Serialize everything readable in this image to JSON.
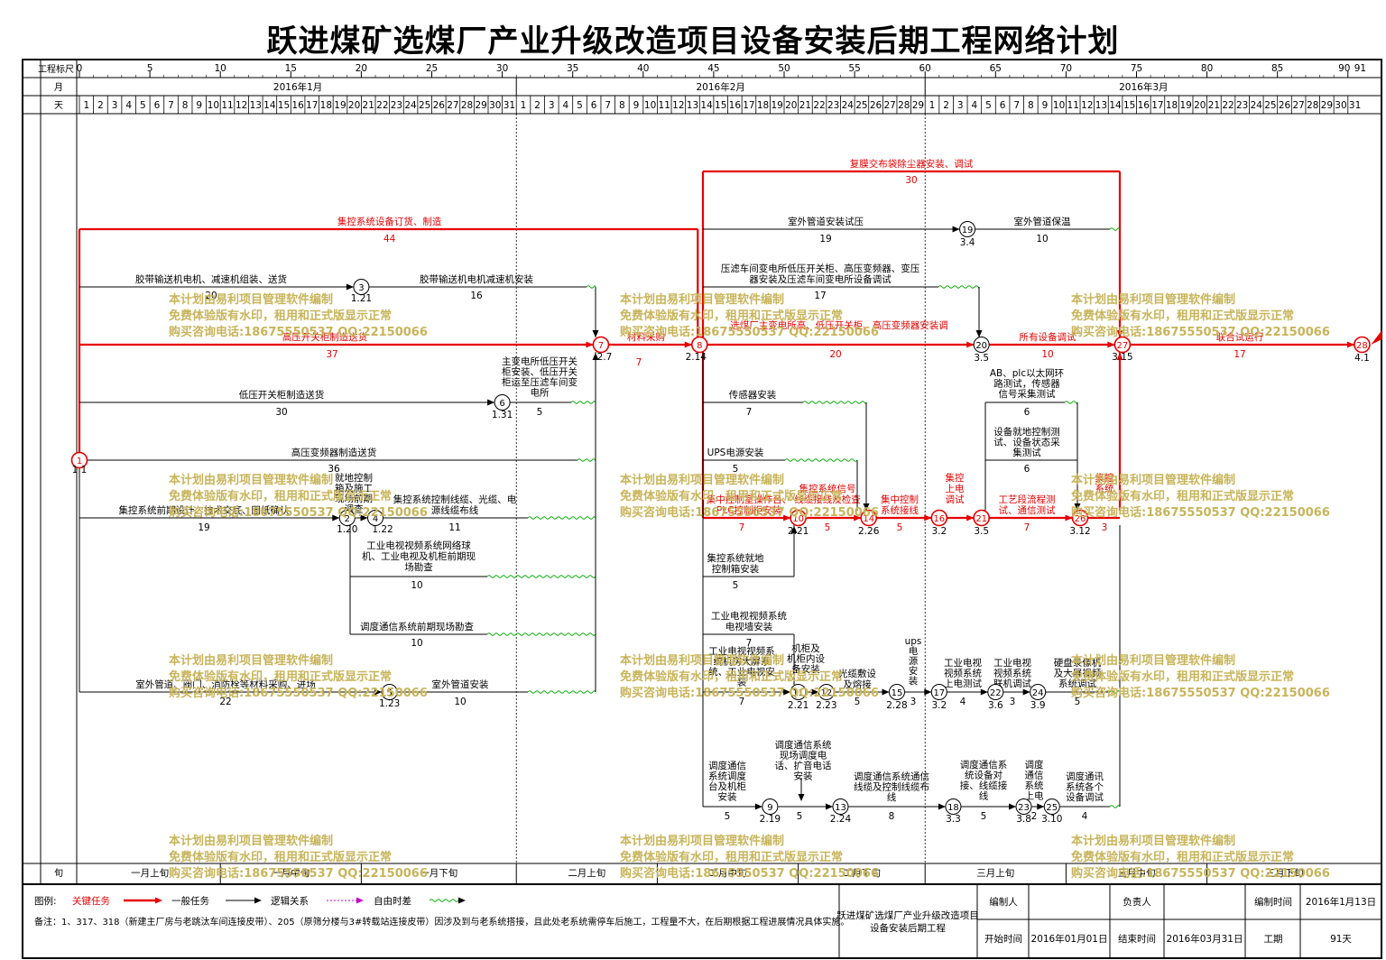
{
  "title": "跃进煤矿选煤厂产业升级改造项目设备安装后期工程网络计划",
  "header": {
    "row_labels": {
      "scale": "工程标尺",
      "month": "月",
      "day": "天",
      "xun": "旬"
    },
    "scale_ticks": [
      "0",
      "5",
      "10",
      "15",
      "20",
      "25",
      "30",
      "35",
      "40",
      "45",
      "50",
      "55",
      "60",
      "65",
      "70",
      "75",
      "80",
      "85",
      "90",
      "91"
    ],
    "months": [
      "2016年1月",
      "2016年2月",
      "2016年3月"
    ],
    "days_jan": 31,
    "days_feb": 29,
    "days_mar": 31,
    "xun": [
      "一月上旬",
      "一月中旬",
      "一月下旬",
      "二月上旬",
      "二月中旬",
      "二月下旬",
      "三月上旬",
      "三月中旬",
      "三月下旬"
    ]
  },
  "colors": {
    "critical": "#e60000",
    "normal": "#000000",
    "free_float": "#00aa00",
    "logic": "#cc00cc",
    "watermark": "#c8b45a"
  },
  "watermark": [
    "本计划由易利项目管理软件编制",
    "免费体验版有水印，租用和正式版显示正常",
    "购买咨询电话:18675550537 QQ:22150066"
  ],
  "nodes": [
    {
      "id": "1",
      "date": "1.1"
    },
    {
      "id": "2",
      "date": "1.20"
    },
    {
      "id": "3",
      "date": "1.21"
    },
    {
      "id": "4",
      "date": "1.22"
    },
    {
      "id": "5",
      "date": "1.23"
    },
    {
      "id": "6",
      "date": "1.31"
    },
    {
      "id": "7",
      "date": "2.7"
    },
    {
      "id": "8",
      "date": "2.14"
    },
    {
      "id": "9",
      "date": "2.19"
    },
    {
      "id": "10",
      "date": "2.21"
    },
    {
      "id": "11",
      "date": "2.21"
    },
    {
      "id": "12",
      "date": "2.23"
    },
    {
      "id": "13",
      "date": "2.24"
    },
    {
      "id": "14",
      "date": "2.26"
    },
    {
      "id": "15",
      "date": "2.28"
    },
    {
      "id": "16",
      "date": "3.2"
    },
    {
      "id": "17",
      "date": "3.2"
    },
    {
      "id": "18",
      "date": "3.3"
    },
    {
      "id": "19",
      "date": "3.4"
    },
    {
      "id": "20",
      "date": "3.5"
    },
    {
      "id": "21",
      "date": "3.5"
    },
    {
      "id": "22",
      "date": "3.6"
    },
    {
      "id": "23",
      "date": "3.8"
    },
    {
      "id": "24",
      "date": "3.9"
    },
    {
      "id": "25",
      "date": "3.10"
    },
    {
      "id": "26",
      "date": "3.12"
    },
    {
      "id": "27",
      "date": "3.15"
    },
    {
      "id": "28",
      "date": "4.1"
    }
  ],
  "tasks": [
    {
      "name": "复膜交布袋除尘器安装、调试",
      "duration": "30",
      "critical": true
    },
    {
      "name": "集控系统设备订货、制造",
      "duration": "44",
      "critical": true
    },
    {
      "name": "室外管道安装试压",
      "duration": "19",
      "critical": false
    },
    {
      "name": "室外管道保温",
      "duration": "10",
      "critical": false
    },
    {
      "name": "胶带输送机电机、减速机组装、送货",
      "duration": "20",
      "critical": false
    },
    {
      "name": "胶带输送机电机减速机安装",
      "duration": "16",
      "critical": false
    },
    {
      "name": "压滤车间变电所低压开关柜、高压变频器、变压器安装及压滤车间变电所设备调试",
      "duration": "17",
      "critical": false
    },
    {
      "name": "高压开关柜制造送货",
      "duration": "37",
      "critical": true
    },
    {
      "name": "材料采购",
      "duration": "7",
      "critical": true
    },
    {
      "name": "选煤厂主变电所高、低压开关柜、高压变频器安装调",
      "duration": "20",
      "critical": true
    },
    {
      "name": "所有设备调试",
      "duration": "10",
      "critical": true
    },
    {
      "name": "联合试运行",
      "duration": "17",
      "critical": true
    },
    {
      "name": "主变电所低压开关柜安装、低压开关柜运至压滤车间变电所",
      "duration": "5",
      "critical": false
    },
    {
      "name": "低压开关柜制造送货",
      "duration": "30",
      "critical": false
    },
    {
      "name": "传感器安装",
      "duration": "7",
      "critical": false
    },
    {
      "name": "AB、plc以太网环路测试，传感器信号采集测试",
      "duration": "6",
      "critical": false
    },
    {
      "name": "设备就地控制测试、设备状态采集测试",
      "duration": "6",
      "critical": false
    },
    {
      "name": "高压变频器制造送货",
      "duration": "36",
      "critical": false
    },
    {
      "name": "UPS电源安装",
      "duration": "5",
      "critical": false
    },
    {
      "name": "集控系统前期设计、技术交底、图纸确认",
      "duration": "19",
      "critical": false
    },
    {
      "name": "就地控制箱及施工现场前期调查",
      "duration": "",
      "critical": false
    },
    {
      "name": "集控系统控制线缆、光缆、电源线缆布线",
      "duration": "11",
      "critical": false
    },
    {
      "name": "集中控制室操作台、PLC控制柜安装",
      "duration": "7",
      "critical": true
    },
    {
      "name": "集控系统信号线缆接线及检查",
      "duration": "5",
      "critical": true
    },
    {
      "name": "集中控制系统接线",
      "duration": "5",
      "critical": true
    },
    {
      "name": "集控上电调试",
      "duration": "",
      "critical": true
    },
    {
      "name": "工艺段流程测试、通信测试",
      "duration": "7",
      "critical": true
    },
    {
      "name": "集控系统",
      "duration": "3",
      "critical": true
    },
    {
      "name": "工业电视视频系统网络球机、工业电视及机柜前期现场勘查",
      "duration": "10",
      "critical": false
    },
    {
      "name": "集控系统就地控制箱安装",
      "duration": "5",
      "critical": false
    },
    {
      "name": "工业电视视频系统电视墙安装",
      "duration": "7",
      "critical": false
    },
    {
      "name": "调度通信系统前期现场勘查",
      "duration": "10",
      "critical": false
    },
    {
      "name": "工业电视视频系统机房大屏系统、工业电视安装",
      "duration": "7",
      "critical": false
    },
    {
      "name": "机柜及机柜内设备安装",
      "duration": "",
      "critical": false
    },
    {
      "name": "光缆敷设及熔接",
      "duration": "5",
      "critical": false
    },
    {
      "name": "ups电源安装",
      "duration": "3",
      "critical": false
    },
    {
      "name": "工业电视视频系统上电测试",
      "duration": "4",
      "critical": false
    },
    {
      "name": "工业电视视频系统联机调试",
      "duration": "3",
      "critical": false
    },
    {
      "name": "硬盘录像机及大屏视频系统调试",
      "duration": "5",
      "critical": false
    },
    {
      "name": "室外管道、阀门、消防栓等材料采购、进场",
      "duration": "22",
      "critical": false
    },
    {
      "name": "室外管道安装",
      "duration": "10",
      "critical": false
    },
    {
      "name": "调度通信系统调度台及机柜安装",
      "duration": "5",
      "critical": false
    },
    {
      "name": "调度通信系统现场调度电话、扩音电话安装",
      "duration": "5",
      "critical": false
    },
    {
      "name": "调度通信系统通信线缆及控制线缆布线",
      "duration": "8",
      "critical": false
    },
    {
      "name": "调度通信系统设备对接、线缆接线",
      "duration": "5",
      "critical": false
    },
    {
      "name": "调度通信系统上电",
      "duration": "2",
      "critical": false
    },
    {
      "name": "调度通讯系统各个设备调试",
      "duration": "4",
      "critical": false
    }
  ],
  "legend": {
    "label": "图例:",
    "critical": "关键任务",
    "normal": "一般任务",
    "logic": "逻辑关系",
    "free_float": "自由时差"
  },
  "note": "备注：1、317、318（新建主厂房与老跳汰车间连接皮带）、205（原筛分楼与3#转载站连接皮带）因涉及到与老系统搭接，且此处老系统需停车后施工，工程量不大，在后期根据工程进展情况具体实施。",
  "info_table": {
    "project": "跃进煤矿选煤厂产业升级改造项目设备安装后期工程",
    "editor_label": "编制人",
    "editor": "",
    "manager_label": "负责人",
    "manager": "",
    "edit_time_label": "编制时间",
    "edit_time": "2016年1月13日",
    "start_label": "开始时间",
    "start": "2016年01月01日",
    "end_label": "结束时间",
    "end": "2016年03月31日",
    "period_label": "工期",
    "period": "91天"
  }
}
